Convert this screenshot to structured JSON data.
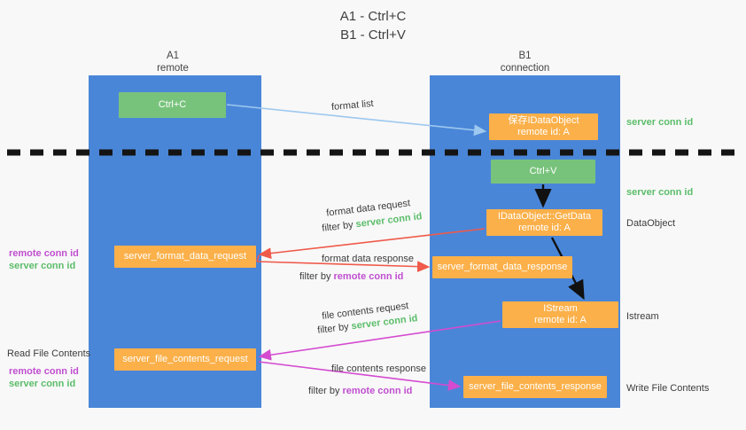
{
  "heading": {
    "line1": "A1 - Ctrl+C",
    "line2": "B1 - Ctrl+V"
  },
  "colors": {
    "lane": "#4a86d8",
    "box_green": "#78c37c",
    "box_orange": "#fbb04a",
    "server_conn_id": "#5bbd6a",
    "remote_conn_id": "#c04fd0",
    "arrow_format_list": "#9dc8ef",
    "arrow_format_data": "#ef5a4a",
    "arrow_file_contents": "#d44bd0",
    "arrow_internal": "#111111",
    "divider": "#141414",
    "background": "#f8f8f8"
  },
  "lanes": [
    {
      "id": "a1",
      "title_line1": "A1",
      "title_line2": "remote"
    },
    {
      "id": "b1",
      "title_line1": "B1",
      "title_line2": "connection"
    }
  ],
  "boxes": {
    "ctrl_c": {
      "line1": "Ctrl+C"
    },
    "idataobject": {
      "line1": "保存IDataObject",
      "line2": "remote id: A"
    },
    "ctrl_v": {
      "line1": "Ctrl+V"
    },
    "getdata": {
      "line1": "IDataObject::GetData",
      "line2": "remote id: A"
    },
    "istream": {
      "line1": "IStream",
      "line2": "remote id: A"
    },
    "server_format_data_request": {
      "line1": "server_format_data_request"
    },
    "server_format_data_response": {
      "line1": "server_format_data_response"
    },
    "server_file_contents_request": {
      "line1": "server_file_contents_request"
    },
    "server_file_contents_response": {
      "line1": "server_file_contents_response"
    }
  },
  "annotations": {
    "format_list": "format list",
    "server_conn_id_top": "server conn id",
    "server_conn_id_mid": "server conn id",
    "dataobject": "DataObject",
    "istream_label": "Istream",
    "write_file_contents": "Write File Contents",
    "read_file_contents": "Read File Contents",
    "format_data_request": "format data request",
    "format_data_response": "format data response",
    "file_contents_request": "file contents request",
    "file_contents_response": "file contents response",
    "filter_by": "filter by",
    "server_conn_id": "server conn id",
    "remote_conn_id": "remote conn id"
  }
}
